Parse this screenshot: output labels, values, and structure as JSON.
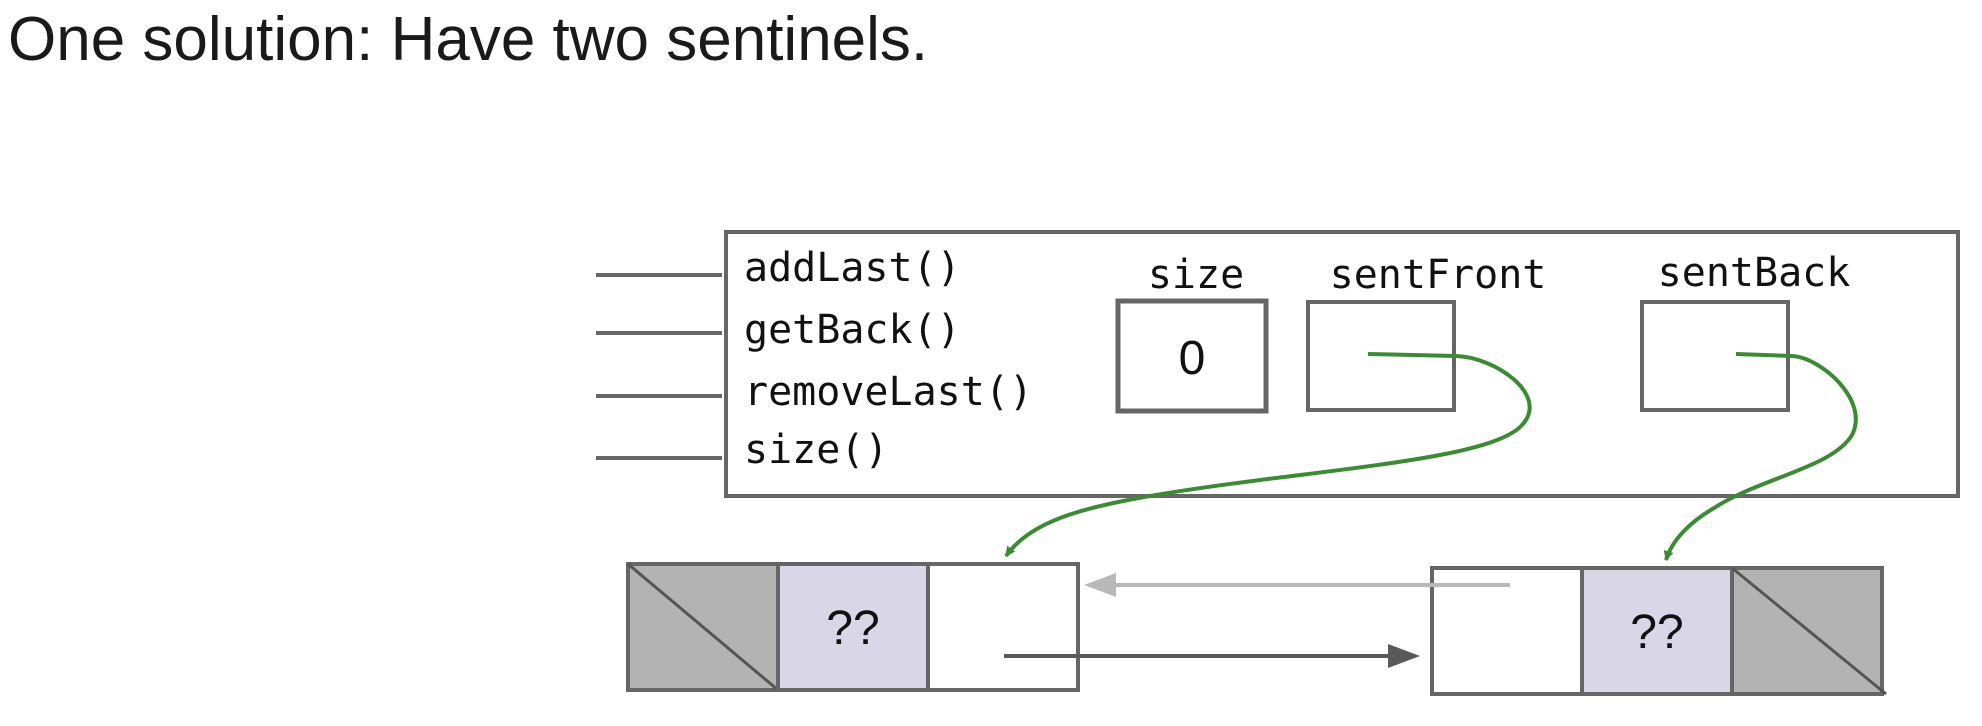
{
  "title": "One solution: Have two sentinels.",
  "list_object": {
    "methods": [
      "addLast()",
      "getBack()",
      "removeLast()",
      "size()"
    ],
    "fields": {
      "size": {
        "label": "size",
        "value": "0"
      },
      "sent_front": {
        "label": "sentFront"
      },
      "sent_back": {
        "label": "sentBack"
      }
    }
  },
  "front_sentinel_node": {
    "item": "??"
  },
  "back_sentinel_node": {
    "item": "??"
  },
  "colors": {
    "box_stroke": "#666666",
    "pointer_green": "#3d8a35",
    "null_fill": "#b3b3b3",
    "item_fill": "#d9d6e8",
    "next_arrow": "#595959",
    "prev_arrow": "#b8b8b8"
  }
}
